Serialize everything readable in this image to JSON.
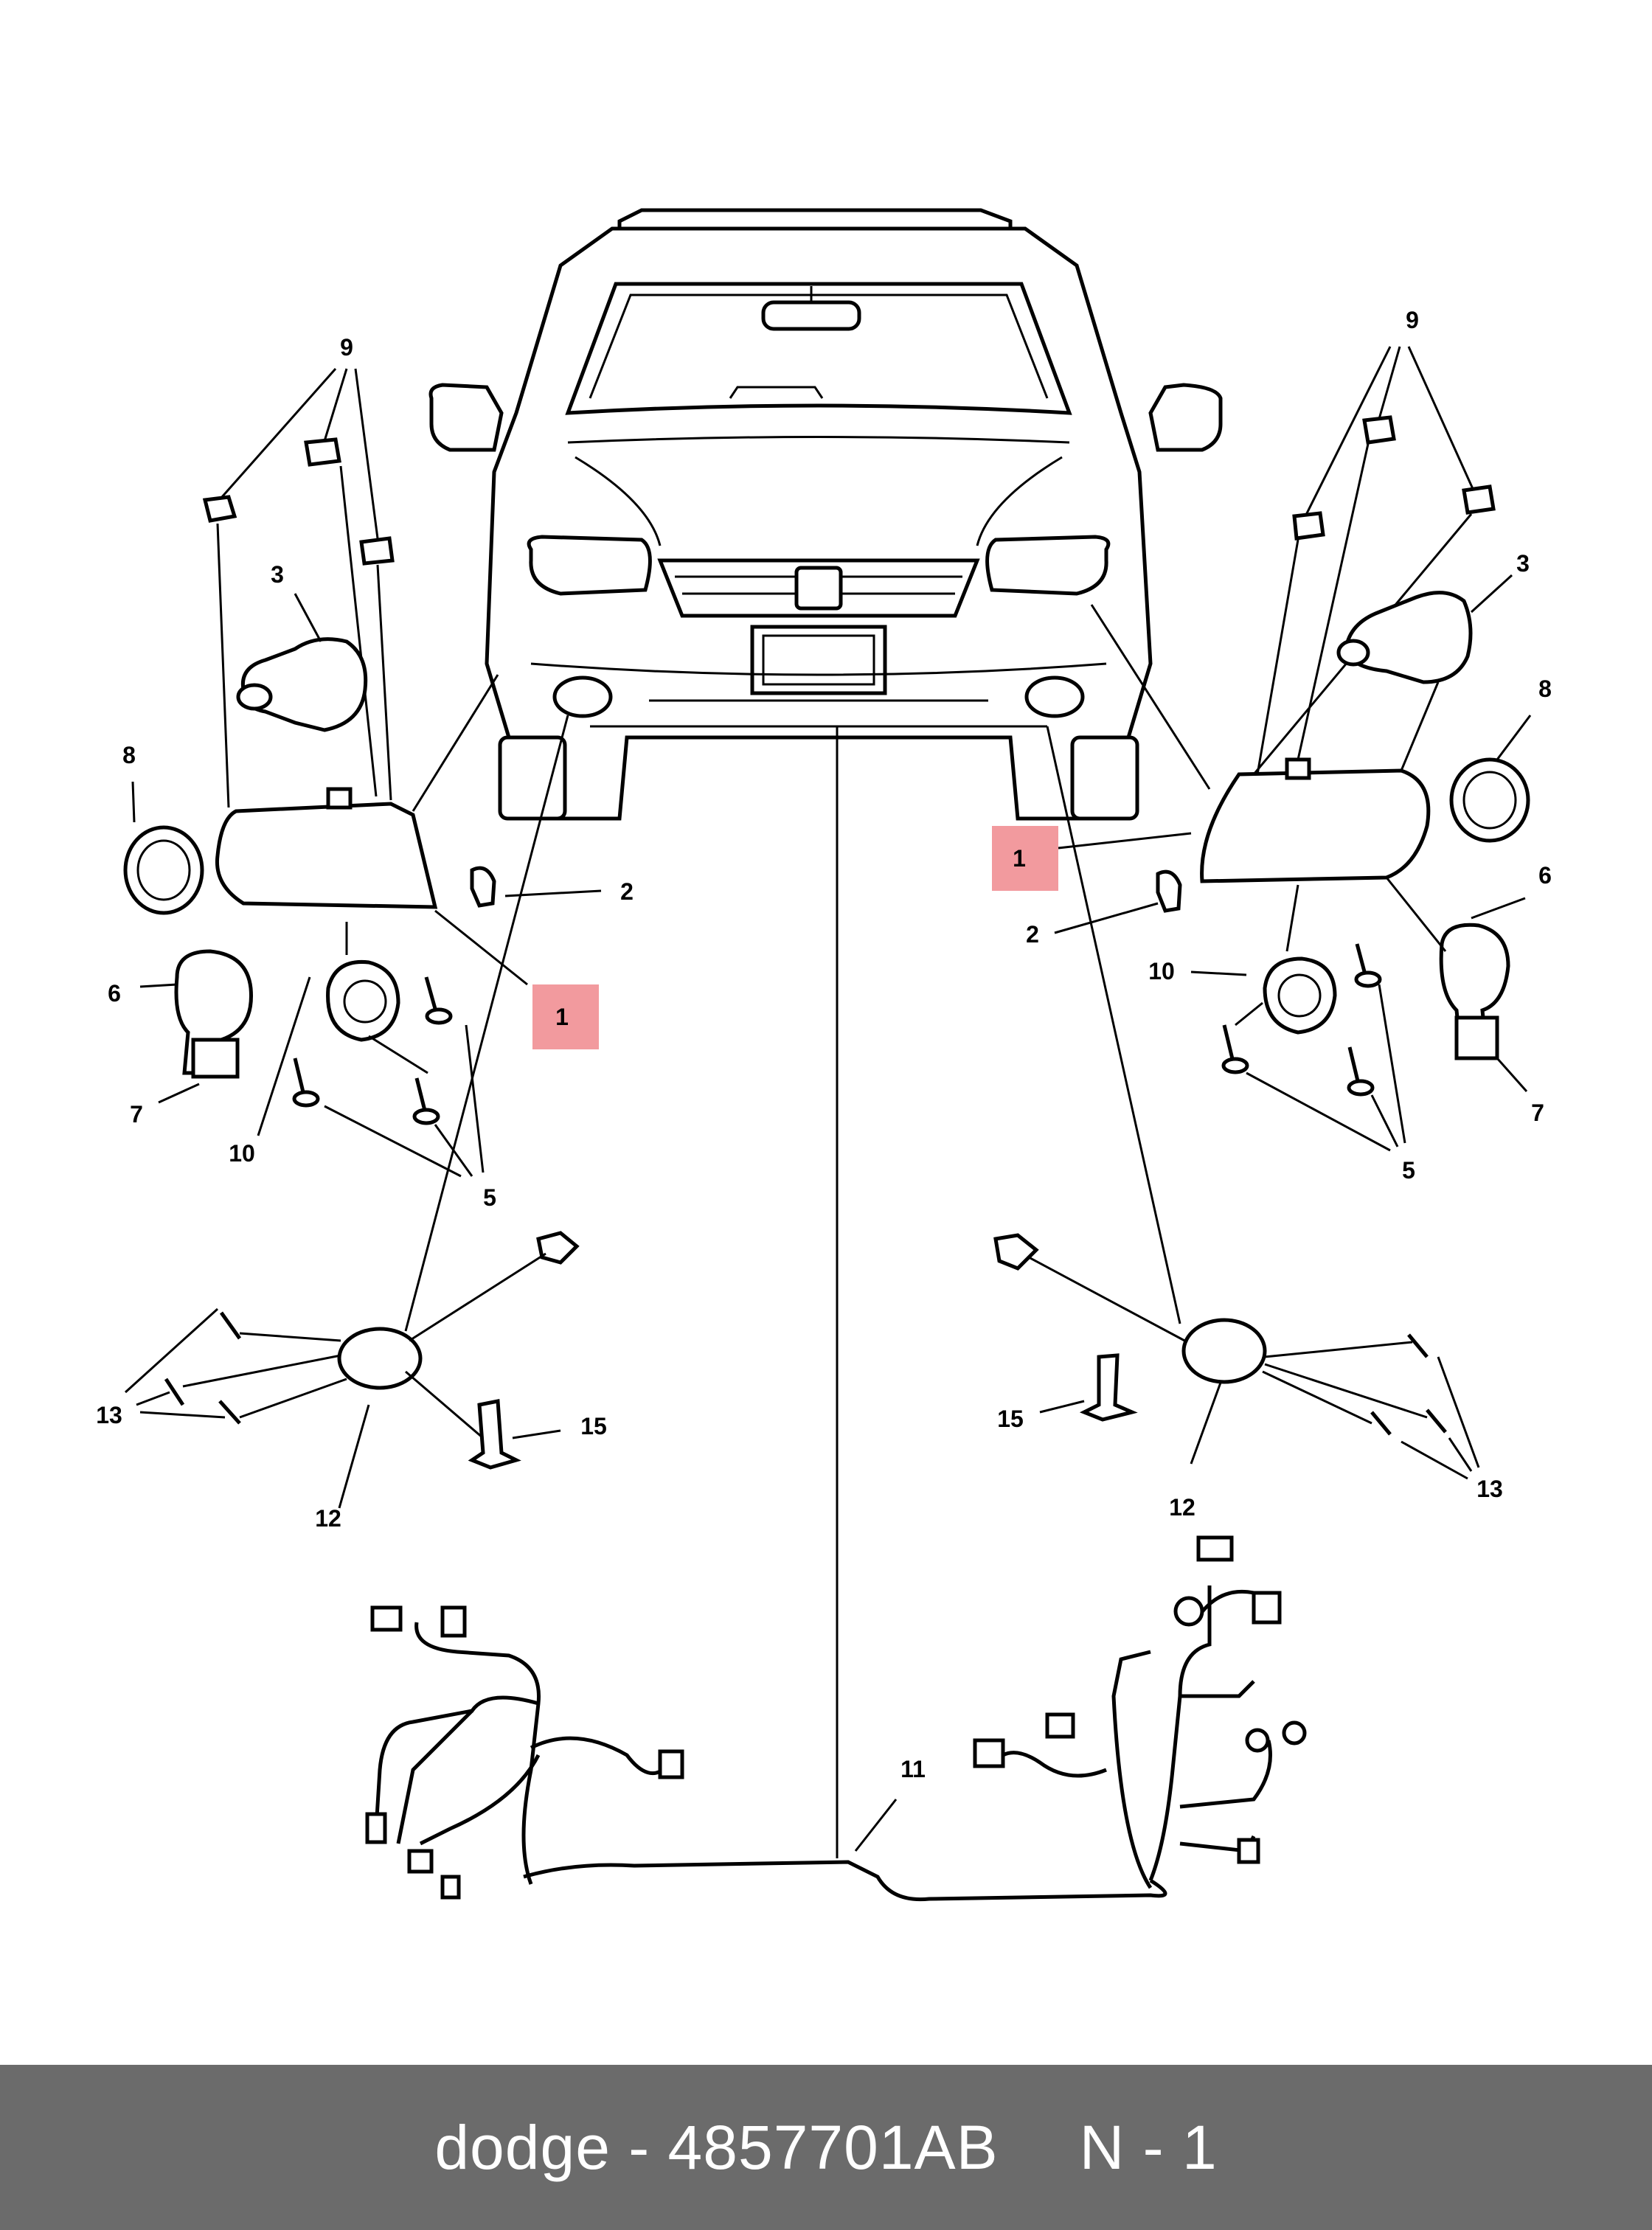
{
  "callouts": {
    "c1_left": "1",
    "c1_right": "1",
    "c2_left": "2",
    "c2_right": "2",
    "c3_left": "3",
    "c3_right": "3",
    "c5_left": "5",
    "c5_right": "5",
    "c6_left": "6",
    "c6_right": "6",
    "c7_left": "7",
    "c7_right": "7",
    "c8_left": "8",
    "c8_right": "8",
    "c9_left": "9",
    "c9_right": "9",
    "c10_left": "10",
    "c10_right": "10",
    "c11": "11",
    "c12_left": "12",
    "c12_right": "12",
    "c13_left": "13",
    "c13_right": "13",
    "c15_left": "15",
    "c15_right": "15"
  },
  "highlight_color": "#f29a9e",
  "footer": {
    "brand_part": "dodge - 4857701AB",
    "page": "N - 1",
    "background": "#6b6b6b"
  }
}
